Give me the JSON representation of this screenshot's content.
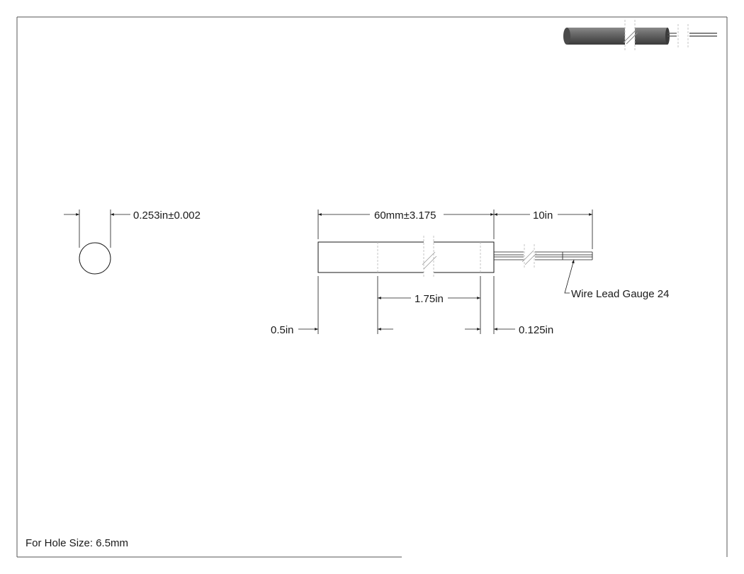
{
  "drawing": {
    "end_view": {
      "diameter_label": "0.253in±0.002"
    },
    "side_view": {
      "length_label": "60mm±3.175",
      "lead_length_label": "10in",
      "unheated_zone_label": "1.75in",
      "left_label": "0.5in",
      "right_label": "0.125in",
      "callout_label": "Wire Lead Gauge 24"
    },
    "note": "For Hole Size: 6.5mm",
    "iso_view": {
      "body_color": "#555555",
      "highlight_color": "#8a8a8a"
    }
  }
}
